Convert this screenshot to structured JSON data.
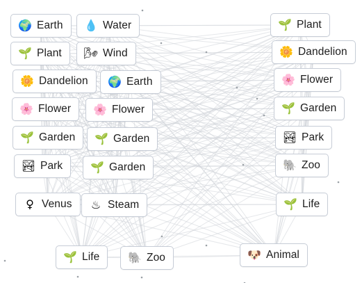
{
  "canvas": {
    "items": [
      {
        "id": "earth-1",
        "label": "Earth",
        "icon": "globe-icon"
      },
      {
        "id": "water-1",
        "label": "Water",
        "icon": "droplet-icon"
      },
      {
        "id": "plant-1",
        "label": "Plant",
        "icon": "seedling-icon"
      },
      {
        "id": "wind-1",
        "label": "Wind",
        "icon": "wind-icon"
      },
      {
        "id": "dandelion-1",
        "label": "Dandelion",
        "icon": "blossom-icon"
      },
      {
        "id": "earth-2",
        "label": "Earth",
        "icon": "globe-icon"
      },
      {
        "id": "flower-1",
        "label": "Flower",
        "icon": "cherry-blossom-icon"
      },
      {
        "id": "flower-2",
        "label": "Flower",
        "icon": "cherry-blossom-icon"
      },
      {
        "id": "garden-1",
        "label": "Garden",
        "icon": "seedling-icon"
      },
      {
        "id": "garden-2",
        "label": "Garden",
        "icon": "seedling-icon"
      },
      {
        "id": "park-1",
        "label": "Park",
        "icon": "national-park-icon"
      },
      {
        "id": "garden-3",
        "label": "Garden",
        "icon": "seedling-icon"
      },
      {
        "id": "venus-1",
        "label": "Venus",
        "icon": "female-sign-icon"
      },
      {
        "id": "steam-1",
        "label": "Steam",
        "icon": "steam-icon"
      },
      {
        "id": "life-1",
        "label": "Life",
        "icon": "seedling-icon"
      },
      {
        "id": "zoo-1",
        "label": "Zoo",
        "icon": "elephant-icon"
      },
      {
        "id": "plant-2",
        "label": "Plant",
        "icon": "seedling-icon"
      },
      {
        "id": "dandelion-2",
        "label": "Dandelion",
        "icon": "blossom-icon"
      },
      {
        "id": "flower-3",
        "label": "Flower",
        "icon": "cherry-blossom-icon"
      },
      {
        "id": "garden-4",
        "label": "Garden",
        "icon": "seedling-icon"
      },
      {
        "id": "park-2",
        "label": "Park",
        "icon": "national-park-icon"
      },
      {
        "id": "zoo-2",
        "label": "Zoo",
        "icon": "elephant-icon"
      },
      {
        "id": "life-2",
        "label": "Life",
        "icon": "seedling-icon"
      },
      {
        "id": "animal-1",
        "label": "Animal",
        "icon": "dog-face-icon"
      }
    ]
  }
}
